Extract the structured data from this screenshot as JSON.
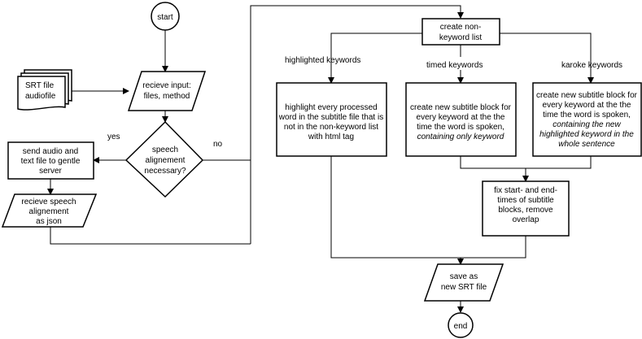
{
  "nodes": {
    "start": "start",
    "end": "end",
    "srt_file": [
      "SRT file",
      "audiofile"
    ],
    "receive_input": [
      "recieve input:",
      "files, method"
    ],
    "decision": [
      "speech",
      "alignement",
      "necessary?"
    ],
    "send_audio": [
      "send audio and",
      "text file to gentle",
      "server"
    ],
    "receive_alignment": [
      "recieve speech",
      "alignement",
      "as json"
    ],
    "non_keyword": [
      "create non-",
      "keyword list"
    ],
    "highlight": [
      "highlight every processed",
      "word in the subtitle file that is",
      "not in the non-keyword list",
      "with html tag"
    ],
    "timed": [
      "create new subtitle block for",
      "every keyword at the the",
      "time the word is spoken,",
      "containing only keyword"
    ],
    "karaoke": [
      "create new subtitle block for",
      "every keyword at the the",
      "time the word is spoken,",
      "containing the new",
      "highlighted keyword in the",
      "whole sentence"
    ],
    "fix": [
      "fix start- and end-",
      "times of subtitle",
      "blocks, remove",
      "overlap"
    ],
    "save": [
      "save as",
      "new SRT file"
    ]
  },
  "labels": {
    "yes": "yes",
    "no": "no",
    "highlighted": "highlighted keywords",
    "timed": "timed keywords",
    "karaoke": "karoke keywords"
  }
}
